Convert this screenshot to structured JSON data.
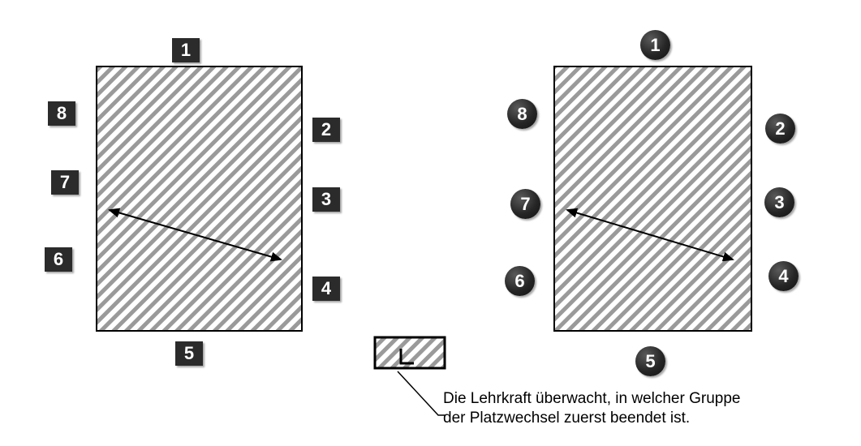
{
  "left_group": {
    "positions": [
      "1",
      "2",
      "3",
      "4",
      "5",
      "6",
      "7",
      "8"
    ]
  },
  "right_group": {
    "positions": [
      "1",
      "2",
      "3",
      "4",
      "5",
      "6",
      "7",
      "8"
    ]
  },
  "teacher_desk": {
    "mark": "L"
  },
  "caption": {
    "line1": "Die Lehrkraft überwacht, in welcher Gruppe",
    "line2": "der Platzwechsel zuerst beendet ist."
  }
}
